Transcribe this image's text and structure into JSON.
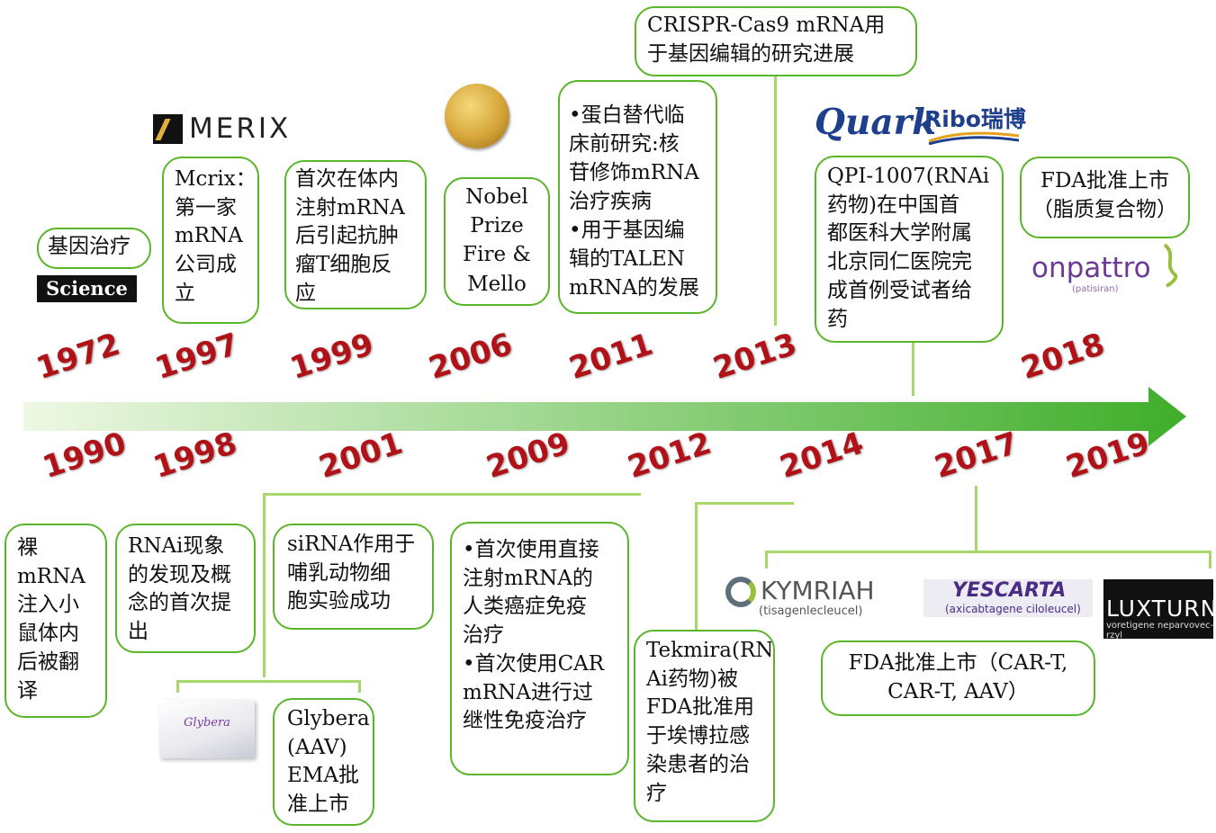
{
  "timeline": {
    "years_top": [
      "1972",
      "1997",
      "1999",
      "2006",
      "2011",
      "2013",
      "2018"
    ],
    "years_bottom": [
      "1990",
      "1998",
      "2001",
      "2009",
      "2012",
      "2014",
      "2017",
      "2019"
    ]
  },
  "events_top": [
    {
      "id": "gene-therapy",
      "text": "基因治疗"
    },
    {
      "id": "merix-founded",
      "text": "Mcrix：\n第一家\nmRNA\n公司成\n立"
    },
    {
      "id": "first-injection",
      "text": "首次在体内\n注射mRNA\n后引起抗肿\n瘤T细胞反\n应"
    },
    {
      "id": "nobel-prize",
      "text": "Nobel\nPrize\nFire &\nMello"
    },
    {
      "id": "protein-replacement",
      "text": "•蛋白替代临\n床前研究:核\n苷修饰mRNA\n治疗疾病\n•用于基因编\n辑的TALEN\nmRNA的发展"
    },
    {
      "id": "crispr",
      "text": "CRISPR-Cas9 mRNA用\n于基因编辑的研究进展"
    },
    {
      "id": "qpi-1007",
      "text": "QPI-1007(RNAi\n药物)在中国首\n都医科大学附属\n北京同仁医院完\n成首例受试者给\n药"
    },
    {
      "id": "fda-lipid",
      "text": "FDA批准上市\n（脂质复合物）"
    }
  ],
  "events_bottom": [
    {
      "id": "naked-mrna",
      "text": "裸\nmRNA\n注入小\n鼠体内\n后被翻\n译"
    },
    {
      "id": "rnai-discovery",
      "text": "RNAi现象\n的发现及概\n念的首次提\n出"
    },
    {
      "id": "sirna",
      "text": "siRNA作用于\n哺乳动物细\n胞实验成功"
    },
    {
      "id": "glybera",
      "text": "Glybera\n(AAV)\nEMA批\n准上市"
    },
    {
      "id": "cancer-immuno",
      "text": "•首次使用直接\n注射mRNA的\n人类癌症免疫\n治疗\n•首次使用CAR\nmRNA进行过\n继性免疫治疗"
    },
    {
      "id": "tekmira",
      "text": "Tekmira(RN\nAi药物)被\nFDA批准用\n于埃博拉感\n染患者的治\n疗"
    },
    {
      "id": "fda-car-t",
      "text": "FDA批准上市（CAR-T,\nCAR-T, AAV）"
    }
  ],
  "logos": {
    "merix": "MERIX",
    "science": "Science",
    "quark": "Quark",
    "ribo": "Ribo瑞博",
    "onpattro": "onpattro",
    "onpattro_sub": "(patisiran)",
    "glybera": "Glybera",
    "kymriah": "KYMRIAH",
    "kymriah_sub": "(tisagenlecleucel)",
    "yescarta": "YESCARTA",
    "yescarta_sub": "(axicabtagene ciloleucel)",
    "luxturna": "LUXTURNA",
    "luxturna_sub": "voretigene neparvovec-rzyl"
  },
  "colors": {
    "box_border": "#5ab52a",
    "year_text": "#b01218",
    "arrow_start": "#eef8e4",
    "arrow_end": "#3fae2a",
    "connector": "#a6d86b"
  }
}
